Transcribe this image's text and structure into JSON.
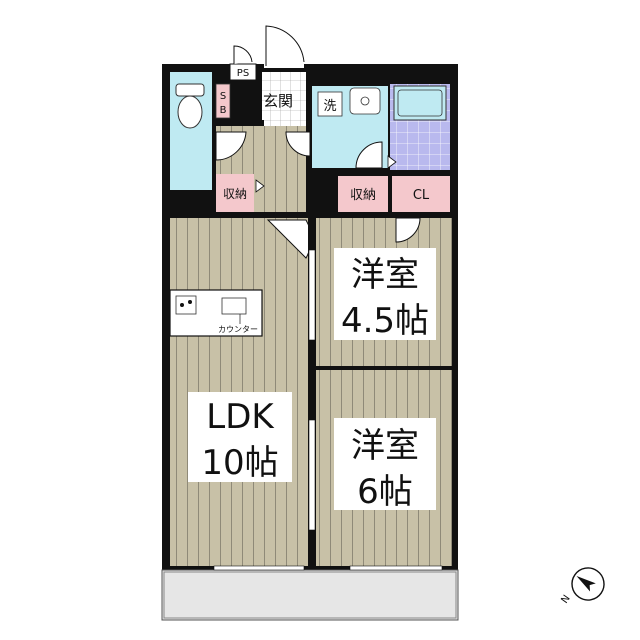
{
  "labels": {
    "ps": "PS",
    "sb_top": "S",
    "sb_bottom": "B",
    "entrance": "玄関",
    "wash": "洗",
    "storage_left": "収納",
    "storage_right": "収納",
    "closet": "CL",
    "bedroom1_line1": "洋室",
    "bedroom1_line2": "4.5帖",
    "bedroom2_line1": "洋室",
    "bedroom2_line2": "6帖",
    "ldk_line1": "LDK",
    "ldk_line2": "10帖",
    "counter": "カウンター"
  },
  "compass": {
    "label": "N"
  },
  "colors": {
    "wall": "#111111",
    "wood": "#c8c1a7",
    "wood_line": "#8f8a78",
    "water": "#bfeaf2",
    "storage": "#f4c8cc",
    "tile": "#ffffff",
    "balcony": "#e6e6e6",
    "bath_tile": "#b9b9ee"
  }
}
